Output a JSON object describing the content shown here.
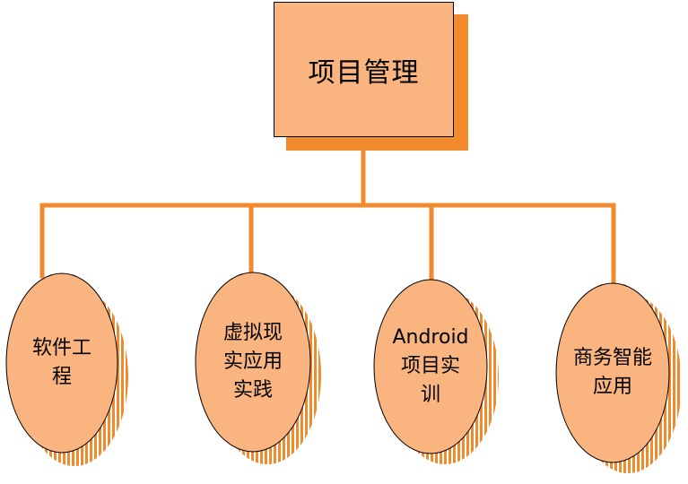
{
  "diagram": {
    "root": {
      "lines": [
        "项目管理"
      ]
    },
    "children": [
      {
        "lines": [
          "软件工",
          "程"
        ]
      },
      {
        "lines": [
          "虚拟现",
          "实应用",
          "实践"
        ]
      },
      {
        "lines": [
          "Android",
          "项目实",
          "训"
        ]
      },
      {
        "lines": [
          "商务智能",
          "应用"
        ]
      }
    ]
  },
  "colors": {
    "fill": "#f9b47f",
    "shadow": "#f08a2c",
    "connector": "#f08a2c",
    "outline": "#000000"
  }
}
